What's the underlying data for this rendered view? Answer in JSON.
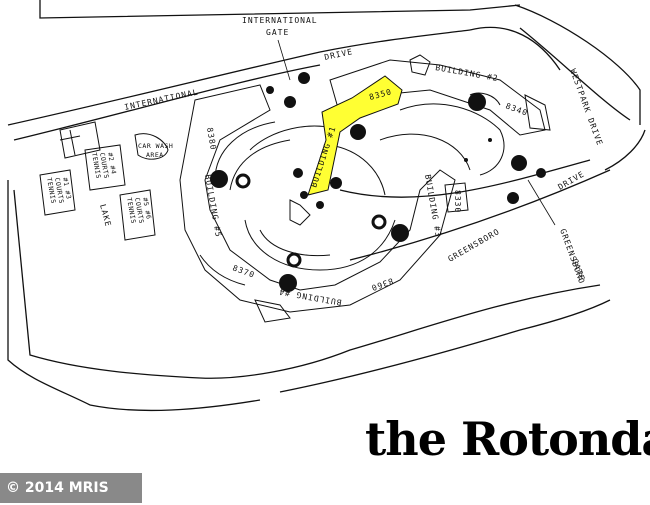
{
  "map": {
    "title": "the Rotonda",
    "copyright": "© 2014 MRIS",
    "labels": {
      "international_gate": [
        "INTERNATIONAL",
        "GATE"
      ],
      "international_drive_left": "INTERNATIONAL",
      "international_drive_right": "DRIVE",
      "westpark_drive": "WESTPARK DRIVE",
      "greensboro_drive": "GREENSBORO",
      "drive_right": "DRIVE",
      "greensboro_gate": [
        "GREENSBORO",
        "GATE"
      ],
      "building_1": "BUILDING #1",
      "building_2": "BUILDING #2",
      "building_3": "BUILDING #3",
      "building_4": "BUILDING #4",
      "building_5": "BUILDING #5",
      "addr_8350": "8350",
      "addr_8340": "8340",
      "addr_8330": "8330",
      "addr_8360": "8360",
      "addr_8370": "8370",
      "addr_8380": "8380",
      "car_wash": [
        "CAR WASH",
        "AREA"
      ],
      "lake": "LAKE",
      "tennis_1": [
        "TENNIS",
        "COURTS",
        "#1 #3"
      ],
      "tennis_2": [
        "TENNIS",
        "COURTS",
        "#2 #4"
      ],
      "tennis_3": [
        "TENNIS",
        "COURTS",
        "#5 #6"
      ]
    },
    "colors": {
      "highlight": "#ffff33",
      "ink": "#111111"
    }
  }
}
